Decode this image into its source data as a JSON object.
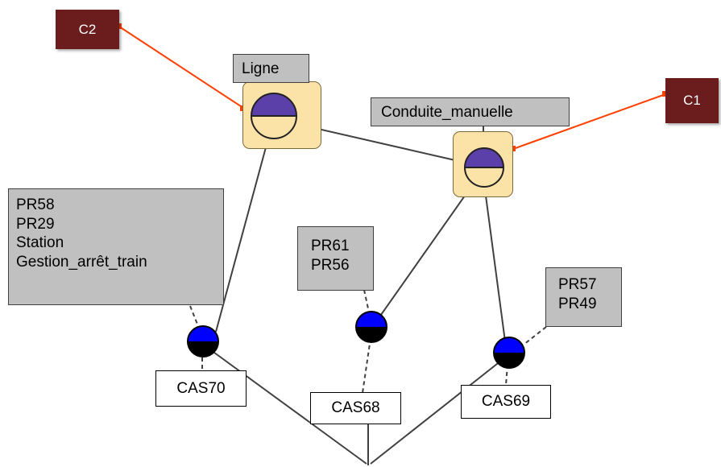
{
  "callouts": {
    "c1": "C1",
    "c2": "C2"
  },
  "labels": {
    "ligne": "Ligne",
    "conduite": "Conduite_manuelle",
    "cas70": "CAS70",
    "cas68": "CAS68",
    "cas69": "CAS69"
  },
  "notes": {
    "left": [
      "PR58",
      "PR29",
      "Station",
      "Gestion_arrêt_train"
    ],
    "middle": [
      "PR61",
      "PR56"
    ],
    "right": [
      "PR57",
      "PR49"
    ]
  },
  "colors": {
    "callout_bg": "#6b1c1c",
    "callout_line": "#ff4000",
    "highlight": "#fbe3a8",
    "half_node_top": "#5a40a8",
    "full_node_top": "#0000ff"
  }
}
